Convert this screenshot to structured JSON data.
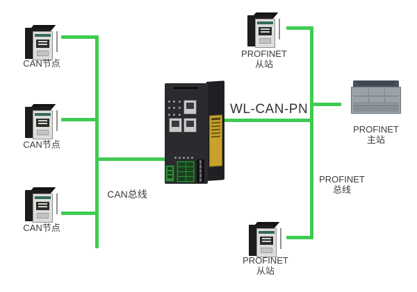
{
  "diagram": {
    "gateway": {
      "label": "WL-CAN-PN"
    },
    "can_bus": {
      "label": "CAN总线"
    },
    "profinet_bus": {
      "label_line1": "PROFINET",
      "label_line2": "总线"
    },
    "can_nodes": [
      {
        "label": "CAN节点"
      },
      {
        "label": "CAN节点"
      },
      {
        "label": "CAN节点"
      }
    ],
    "profinet_slave_top": {
      "label_line1": "PROFINET",
      "label_line2": "从站"
    },
    "profinet_slave_bottom": {
      "label_line1": "PROFINET",
      "label_line2": "从站"
    },
    "profinet_master": {
      "label_line1": "PROFINET",
      "label_line2": "主站"
    },
    "colors": {
      "bus_line": "#3ecb52",
      "label_text": "#3a3a3a",
      "gateway_label_plate": "#c8a22c",
      "device_body": "#1c1c1c",
      "plc_body": "#99a1a9"
    }
  }
}
